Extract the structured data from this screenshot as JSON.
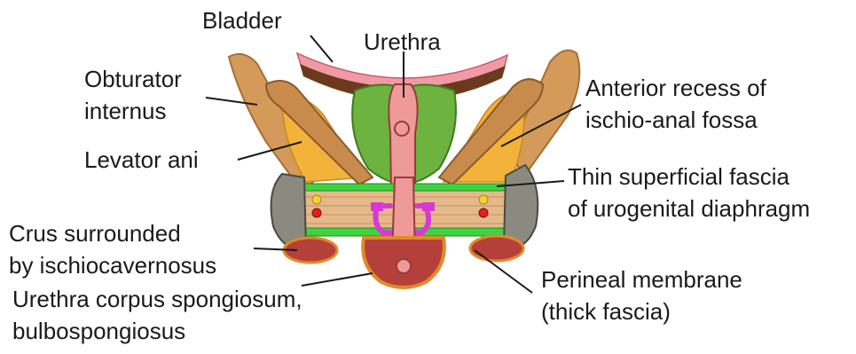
{
  "labels": {
    "bladder": "Bladder",
    "urethra": "Urethra",
    "obturator_1": "Obturator",
    "obturator_2": "internus",
    "levator": "Levator ani",
    "anterior_1": "Anterior recess of",
    "anterior_2": "ischio-anal fossa",
    "thin_1": "Thin superficial fascia",
    "thin_2": "of urogenital diaphragm",
    "crus_1": "Crus surrounded",
    "crus_2": "by ischiocavernosus",
    "perineal_1": "Perineal membrane",
    "perineal_2": "(thick fascia)",
    "urethra_cs_1": "Urethra corpus spongiosum,",
    "urethra_cs_2": "bulbospongiosus"
  },
  "colors": {
    "bladder_wall": "#6b3a1e",
    "bladder_pink": "#f19aa5",
    "prostate_green": "#6db33f",
    "urethra_pink": "#ef9a9a",
    "obturator_tan": "#d49a5a",
    "levator_tan": "#c98b4c",
    "fat_yellow": "#f3b23a",
    "fascia_green": "#3fd33f",
    "bone_gray": "#8a8a80",
    "crus_red": "#b5403a",
    "sphincter_magenta": "#d63ad3"
  }
}
